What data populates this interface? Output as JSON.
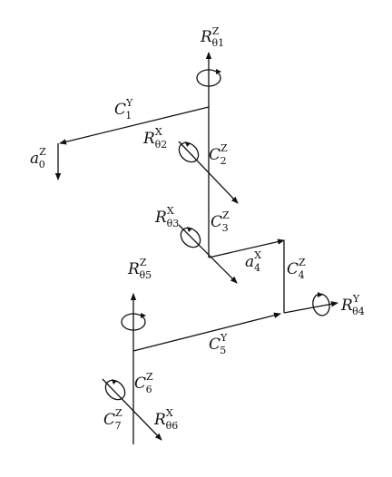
{
  "labels": {
    "R_theta1": {
      "main": "R",
      "sup": "Z",
      "sub": "θ1"
    },
    "C1": {
      "main": "C",
      "sup": "Y",
      "sub": "1"
    },
    "a0": {
      "main": "a",
      "sup": "Z",
      "sub": "0"
    },
    "R_theta2": {
      "main": "R",
      "sup": "X",
      "sub": "θ2"
    },
    "C2": {
      "main": "C",
      "sup": "Z",
      "sub": "2"
    },
    "R_theta3": {
      "main": "R",
      "sup": "X",
      "sub": "θ3"
    },
    "C3": {
      "main": "C",
      "sup": "Z",
      "sub": "3"
    },
    "a4": {
      "main": "a",
      "sup": "X",
      "sub": "4"
    },
    "C4": {
      "main": "C",
      "sup": "Z",
      "sub": "4"
    },
    "R_theta5": {
      "main": "R",
      "sup": "Z",
      "sub": "θ5"
    },
    "R_theta4": {
      "main": "R",
      "sup": "Y",
      "sub": "θ4"
    },
    "C5": {
      "main": "C",
      "sup": "Y",
      "sub": "5"
    },
    "C6": {
      "main": "C",
      "sup": "Z",
      "sub": "6"
    },
    "C7": {
      "main": "C",
      "sup": "Z",
      "sub": "7"
    },
    "R_theta6": {
      "main": "R",
      "sup": "X",
      "sub": "θ6"
    }
  }
}
